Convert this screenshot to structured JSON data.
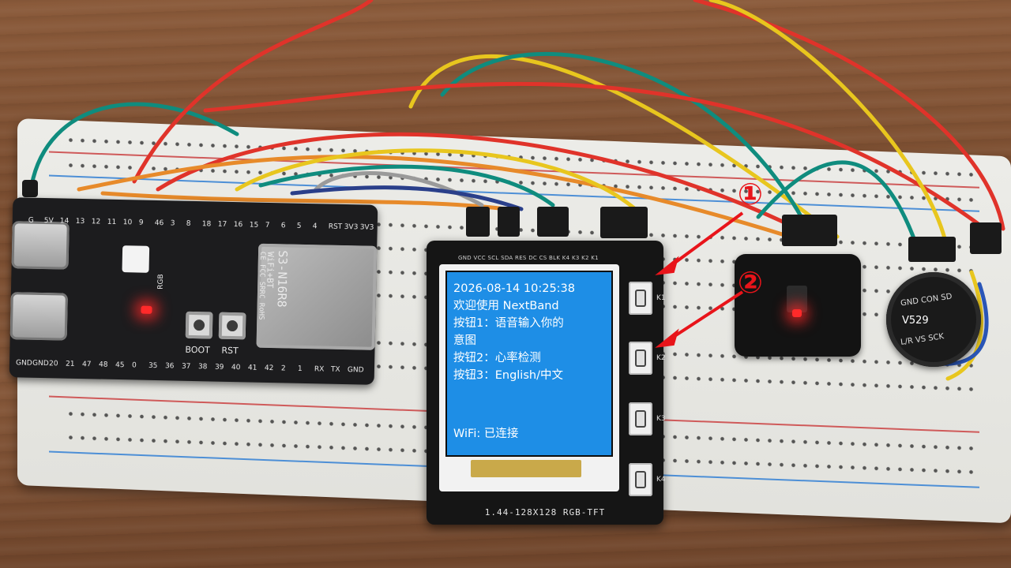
{
  "scene": {
    "description_labels": {
      "esp_module": [
        "S3-N16R8",
        "WiFi+BT",
        "CE FCC SRRC RoHS"
      ],
      "esp_pins_top": [
        "G",
        "5V",
        "14",
        "13",
        "12",
        "11",
        "10",
        "9",
        "46",
        "3",
        "8",
        "18",
        "17",
        "16",
        "15",
        "7",
        "6",
        "5",
        "4",
        "RST",
        "3V3",
        "3V3"
      ],
      "esp_pins_bottom": [
        "GND",
        "GND",
        "20",
        "21",
        "47",
        "48",
        "45",
        "0",
        "35",
        "36",
        "37",
        "38",
        "39",
        "40",
        "41",
        "42",
        "2",
        "1",
        "RX",
        "TX",
        "GND"
      ],
      "esp_buttons": [
        "BOOT",
        "RST"
      ],
      "rgb_label": "RGB"
    },
    "tft": {
      "caption": "1.44-128X128 RGB-TFT",
      "header_pins": "GND VCC SCL SDA RES DC CS BLK K4 K3 K2 K1",
      "key_labels": [
        "K1",
        "K2",
        "K3",
        "K4"
      ],
      "screen_lines": [
        "2026-08-14   10:25:38",
        "欢迎使用 NextBand",
        "按钮1：语音输入你的",
        "意图",
        "按钮2：心率检测",
        "按钮3：English/中文",
        "WiFi: 已连接"
      ]
    },
    "mic": {
      "lines": [
        "GND CON SD",
        "V529",
        "L/R VS SCK"
      ]
    },
    "callouts": [
      "①",
      "②"
    ]
  },
  "colors": {
    "screen_bg": "#1e8ee6",
    "callout": "#e8141a",
    "wire_red": "#e0332a",
    "wire_yellow": "#e8c61e",
    "wire_teal": "#0f8c7e",
    "wire_orange": "#e78a2a"
  }
}
